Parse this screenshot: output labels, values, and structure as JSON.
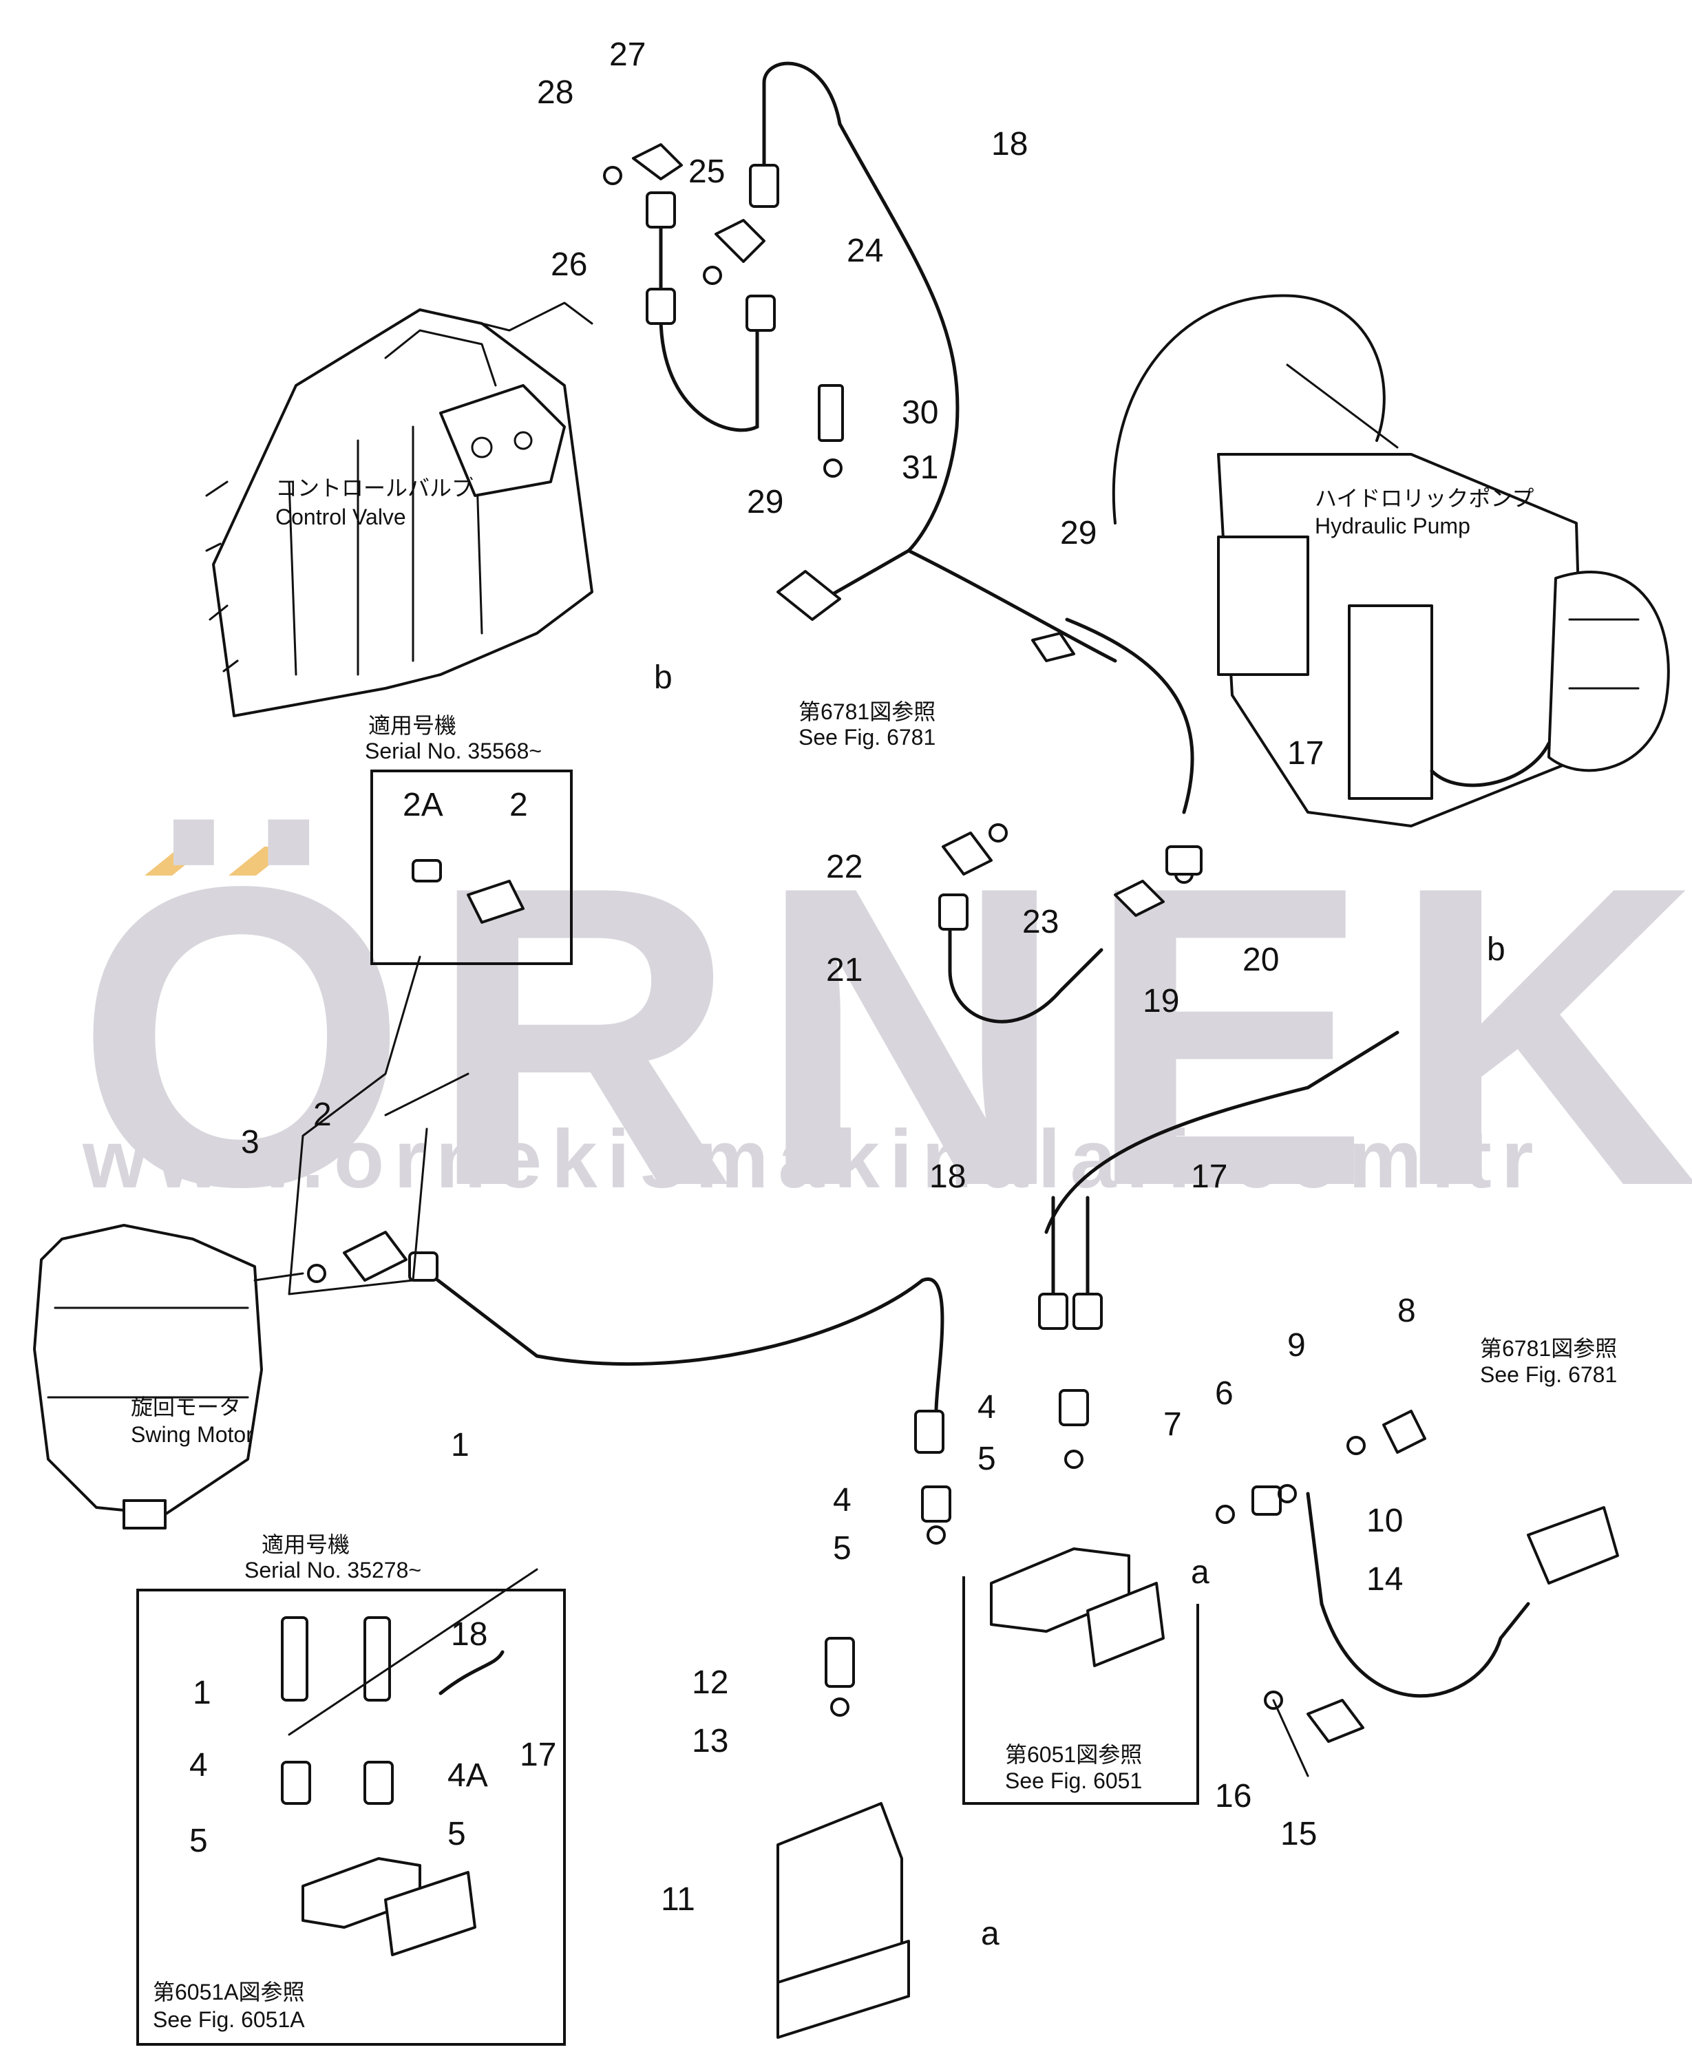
{
  "watermark": {
    "brand": "ÖRNEK",
    "url": "www.ornekismakinalari.com.tr",
    "accent_color": "#f2c77a",
    "text_color": "#d8d6dc"
  },
  "components": {
    "control_valve": {
      "jp": "コントロールバルブ",
      "en": "Control Valve"
    },
    "hydraulic_pump": {
      "jp": "ハイドロリックポンプ",
      "en": "Hydraulic Pump"
    },
    "swing_motor": {
      "jp": "旋回モータ",
      "en": "Swing Motor"
    }
  },
  "notes": {
    "fig6781_top": {
      "jp": "第6781図参照",
      "en": "See Fig. 6781"
    },
    "fig6781_right": {
      "jp": "第6781図参照",
      "en": "See Fig. 6781"
    },
    "fig6051": {
      "jp": "第6051図参照",
      "en": "See Fig. 6051"
    },
    "fig6051a": {
      "jp": "第6051A図参照",
      "en": "See Fig. 6051A"
    },
    "serial_top": {
      "jp": "適用号機",
      "en": "Serial No. 35568~"
    },
    "serial_bottom": {
      "jp": "適用号機",
      "en": "Serial No. 35278~"
    }
  },
  "callouts": {
    "c1": "1",
    "c2": "2",
    "c2A": "2A",
    "c2_inset": "2",
    "c3": "3",
    "c4": "4",
    "c4b": "4",
    "c5": "5",
    "c5b": "5",
    "c6": "6",
    "c7": "7",
    "c8": "8",
    "c9": "9",
    "c10": "10",
    "c11": "11",
    "c12": "12",
    "c13": "13",
    "c14": "14",
    "c15": "15",
    "c16": "16",
    "c17": "17",
    "c17b": "17",
    "c18": "18",
    "c18b": "18",
    "c19": "19",
    "c20": "20",
    "c21": "21",
    "c22": "22",
    "c23": "23",
    "c24": "24",
    "c25": "25",
    "c26": "26",
    "c27": "27",
    "c28": "28",
    "c29a": "29",
    "c29b": "29",
    "c30": "30",
    "c31": "31",
    "arrow_a1": "a",
    "arrow_a2": "a",
    "arrow_b1": "b",
    "arrow_b2": "b",
    "in1": "1",
    "in18": "18",
    "in17": "17",
    "in4": "4",
    "in4A": "4A",
    "in5a": "5",
    "in5b": "5"
  }
}
